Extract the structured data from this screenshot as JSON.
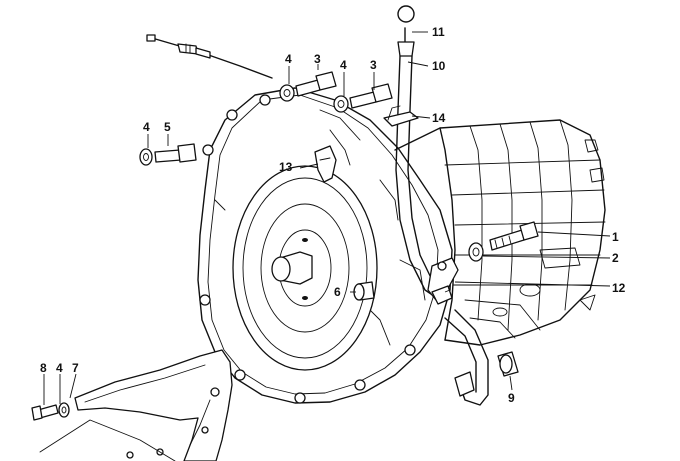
{
  "callouts": {
    "c1": "1",
    "c2": "2",
    "c3a": "3",
    "c3b": "3",
    "c4a": "4",
    "c4b": "4",
    "c4c": "4",
    "c4d": "4",
    "c5": "5",
    "c6": "6",
    "c7": "7",
    "c8": "8",
    "c9": "9",
    "c10": "10",
    "c11": "11",
    "c12": "12",
    "c13": "13",
    "c14": "14"
  },
  "colors": {
    "ink": "#111111",
    "paper": "#ffffff"
  }
}
